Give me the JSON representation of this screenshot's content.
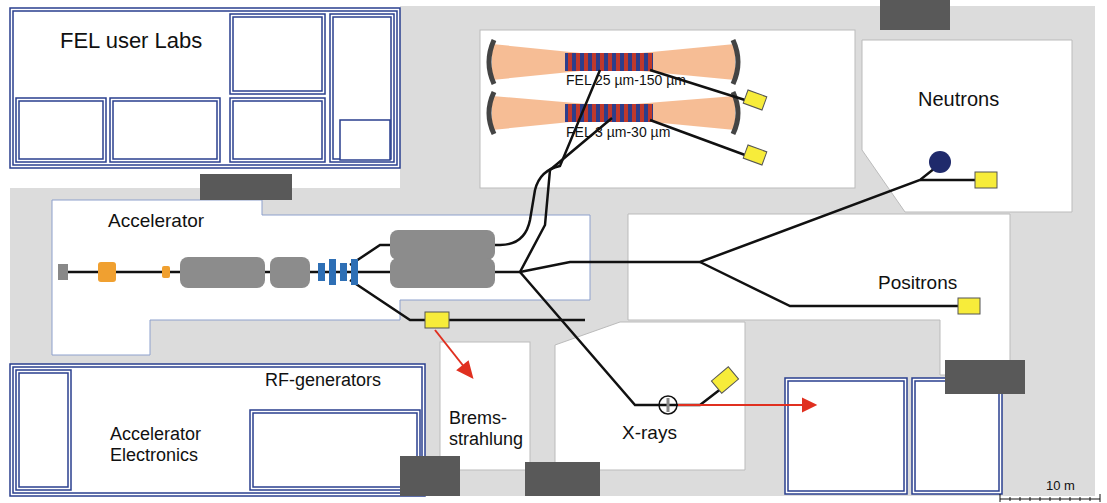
{
  "diagram": {
    "nodes": [
      {
        "text": [
          "FEL user Labs"
        ]
      },
      {
        "text": [
          "FEL 25 µm-150 µm",
          "FEL 3 µm-30 µm"
        ]
      },
      {
        "text": [
          "Neutrons"
        ]
      },
      {
        "text": [
          "Accelerator"
        ]
      },
      {
        "text": [
          "Positrons"
        ]
      },
      {
        "text": [
          "RF-generators",
          "Accelerator Electronics"
        ]
      },
      {
        "text": [
          "Brems- strahlung"
        ]
      },
      {
        "text": [
          "X-rays"
        ]
      }
    ],
    "labels": [
      "10 m"
    ]
  }
}
